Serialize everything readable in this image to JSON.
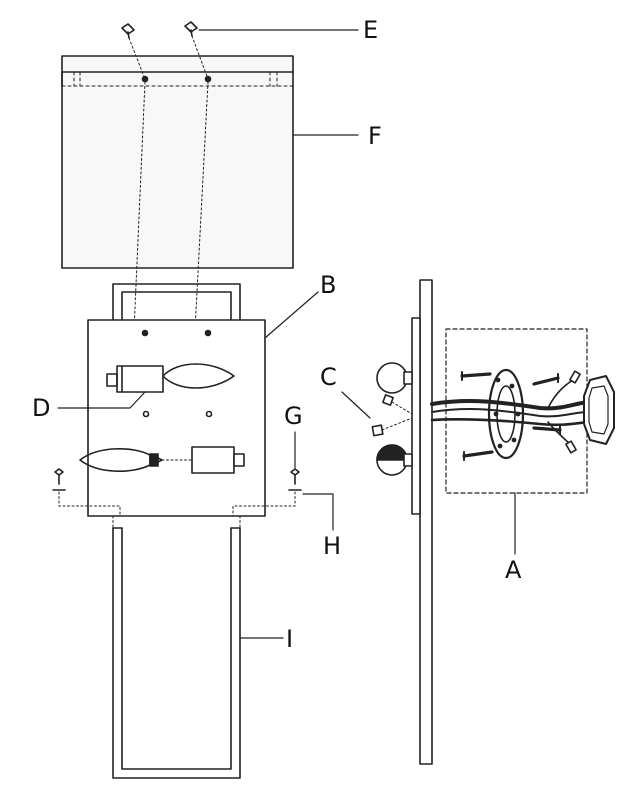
{
  "diagram": {
    "callouts": {
      "a": "A",
      "b": "B",
      "c": "C",
      "d": "D",
      "e": "E",
      "f": "F",
      "g": "G",
      "h": "H",
      "i": "I"
    },
    "colors": {
      "stroke": "#222222",
      "panel_fill": "#f8f8f8",
      "background": "#ffffff"
    }
  }
}
